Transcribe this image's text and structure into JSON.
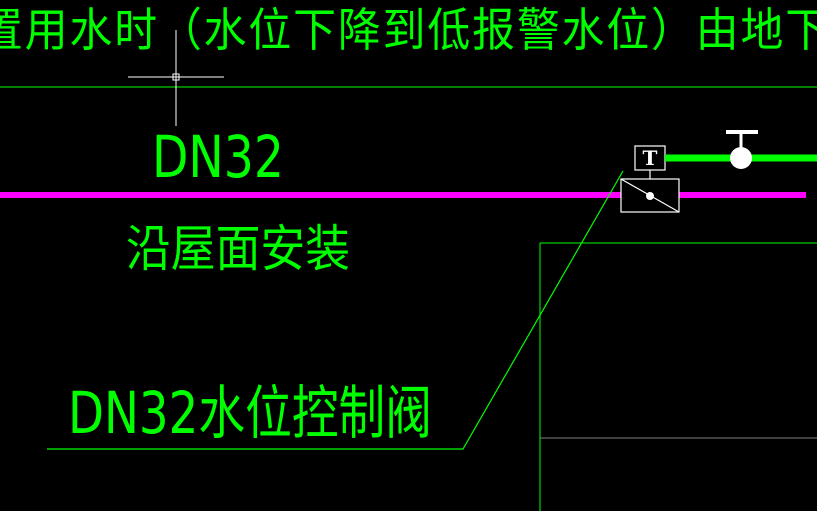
{
  "drawing": {
    "header_note": "置用水时（水位下降到低报警水位）由地下",
    "pipe_size_label": "DN32",
    "install_note": "沿屋面安装",
    "valve_callout": "DN32水位控制阀",
    "tag_symbol": "T"
  },
  "colors": {
    "background": "#000000",
    "linework": "#00FF00",
    "pipe_magenta": "#FF00FF",
    "pipe_green": "#00FF00",
    "symbol_white": "#FFFFFF",
    "gray_line": "#808080"
  }
}
